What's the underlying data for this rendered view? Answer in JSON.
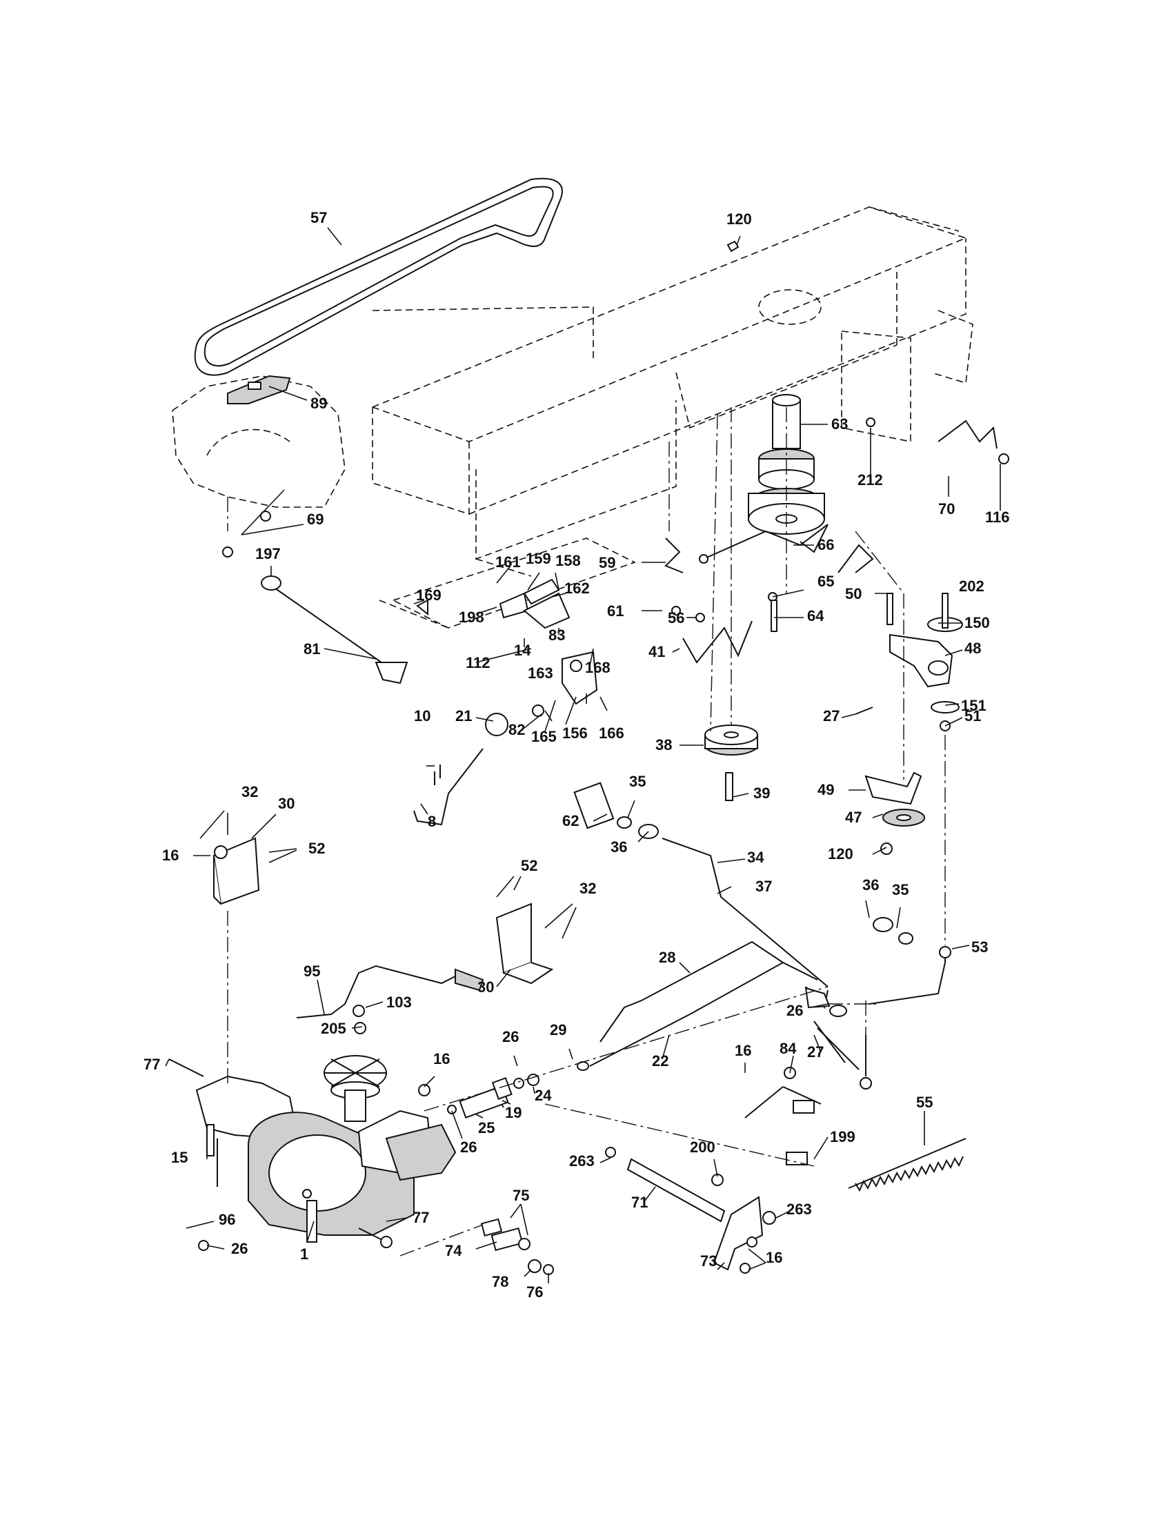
{
  "labels": [
    {
      "id": "57",
      "text": "57"
    },
    {
      "id": "89",
      "text": "89"
    },
    {
      "id": "69",
      "text": "69"
    },
    {
      "id": "120a",
      "text": "120"
    },
    {
      "id": "63",
      "text": "63"
    },
    {
      "id": "212",
      "text": "212"
    },
    {
      "id": "70",
      "text": "70"
    },
    {
      "id": "116",
      "text": "116"
    },
    {
      "id": "66",
      "text": "66"
    },
    {
      "id": "197",
      "text": "197"
    },
    {
      "id": "161",
      "text": "161"
    },
    {
      "id": "159",
      "text": "159"
    },
    {
      "id": "158",
      "text": "158"
    },
    {
      "id": "169",
      "text": "169"
    },
    {
      "id": "162",
      "text": "162"
    },
    {
      "id": "198",
      "text": "198"
    },
    {
      "id": "83",
      "text": "83"
    },
    {
      "id": "14",
      "text": "14"
    },
    {
      "id": "112",
      "text": "112"
    },
    {
      "id": "81",
      "text": "81"
    },
    {
      "id": "59",
      "text": "59"
    },
    {
      "id": "61",
      "text": "61"
    },
    {
      "id": "56",
      "text": "56"
    },
    {
      "id": "41",
      "text": "41"
    },
    {
      "id": "65",
      "text": "65"
    },
    {
      "id": "64",
      "text": "64"
    },
    {
      "id": "50",
      "text": "50"
    },
    {
      "id": "202",
      "text": "202"
    },
    {
      "id": "150",
      "text": "150"
    },
    {
      "id": "48",
      "text": "48"
    },
    {
      "id": "27a",
      "text": "27"
    },
    {
      "id": "151",
      "text": "151"
    },
    {
      "id": "51",
      "text": "51"
    },
    {
      "id": "21",
      "text": "21"
    },
    {
      "id": "163",
      "text": "163"
    },
    {
      "id": "168",
      "text": "168"
    },
    {
      "id": "10",
      "text": "10"
    },
    {
      "id": "82",
      "text": "82"
    },
    {
      "id": "165",
      "text": "165"
    },
    {
      "id": "156",
      "text": "156"
    },
    {
      "id": "166",
      "text": "166"
    },
    {
      "id": "38",
      "text": "38"
    },
    {
      "id": "39",
      "text": "39"
    },
    {
      "id": "8",
      "text": "8"
    },
    {
      "id": "49",
      "text": "49"
    },
    {
      "id": "47",
      "text": "47"
    },
    {
      "id": "35a",
      "text": "35"
    },
    {
      "id": "62",
      "text": "62"
    },
    {
      "id": "36a",
      "text": "36"
    },
    {
      "id": "34",
      "text": "34"
    },
    {
      "id": "120b",
      "text": "120"
    },
    {
      "id": "32a",
      "text": "32"
    },
    {
      "id": "30a",
      "text": "30"
    },
    {
      "id": "16a",
      "text": "16"
    },
    {
      "id": "52a",
      "text": "52"
    },
    {
      "id": "52b",
      "text": "52"
    },
    {
      "id": "32b",
      "text": "32"
    },
    {
      "id": "37",
      "text": "37"
    },
    {
      "id": "36b",
      "text": "36"
    },
    {
      "id": "35b",
      "text": "35"
    },
    {
      "id": "30b",
      "text": "30"
    },
    {
      "id": "95",
      "text": "95"
    },
    {
      "id": "53",
      "text": "53"
    },
    {
      "id": "28",
      "text": "28"
    },
    {
      "id": "103",
      "text": "103"
    },
    {
      "id": "26a",
      "text": "26"
    },
    {
      "id": "205",
      "text": "205"
    },
    {
      "id": "29",
      "text": "29"
    },
    {
      "id": "26b",
      "text": "26"
    },
    {
      "id": "27b",
      "text": "27"
    },
    {
      "id": "77a",
      "text": "77"
    },
    {
      "id": "16b",
      "text": "16"
    },
    {
      "id": "22",
      "text": "22"
    },
    {
      "id": "16c",
      "text": "16"
    },
    {
      "id": "84",
      "text": "84"
    },
    {
      "id": "24",
      "text": "24"
    },
    {
      "id": "19",
      "text": "19"
    },
    {
      "id": "25",
      "text": "25"
    },
    {
      "id": "55",
      "text": "55"
    },
    {
      "id": "15",
      "text": "15"
    },
    {
      "id": "26c",
      "text": "26"
    },
    {
      "id": "199",
      "text": "199"
    },
    {
      "id": "263a",
      "text": "263"
    },
    {
      "id": "200",
      "text": "200"
    },
    {
      "id": "71",
      "text": "71"
    },
    {
      "id": "263b",
      "text": "263"
    },
    {
      "id": "96",
      "text": "96"
    },
    {
      "id": "75",
      "text": "75"
    },
    {
      "id": "77b",
      "text": "77"
    },
    {
      "id": "26d",
      "text": "26"
    },
    {
      "id": "1",
      "text": "1"
    },
    {
      "id": "74",
      "text": "74"
    },
    {
      "id": "78",
      "text": "78"
    },
    {
      "id": "76",
      "text": "76"
    },
    {
      "id": "73",
      "text": "73"
    },
    {
      "id": "16d",
      "text": "16"
    }
  ]
}
